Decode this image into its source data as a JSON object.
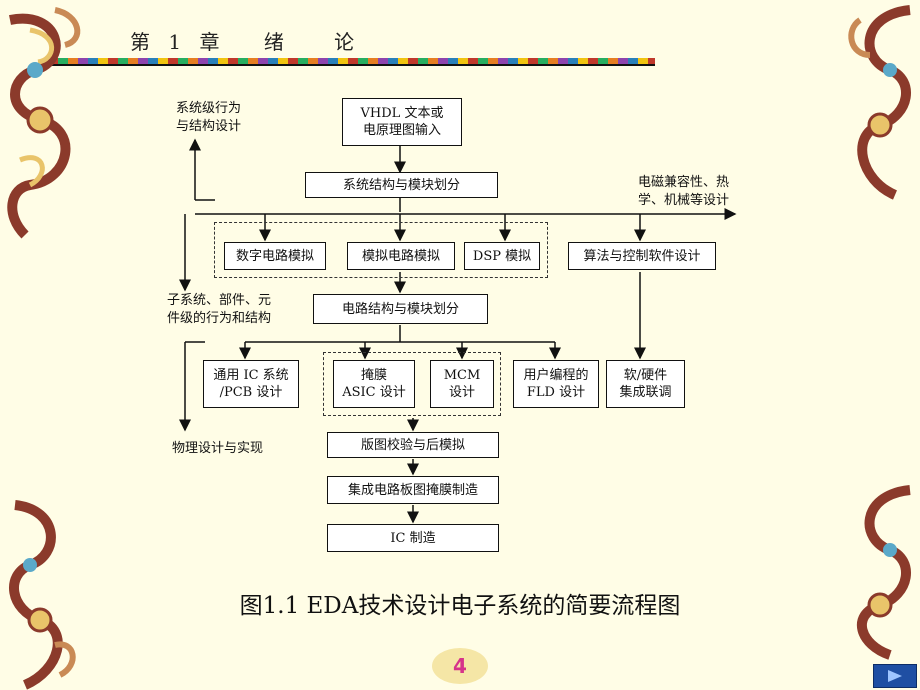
{
  "header": {
    "chapter_prefix": "第",
    "chapter_num": "1",
    "chapter_suffix": "章",
    "title_a": "绪",
    "title_b": "论"
  },
  "flowchart": {
    "boxes": {
      "vhdl_input": "VHDL 文本或\n电原理图输入",
      "system_partition": "系统结构与模块划分",
      "digital_sim": "数字电路模拟",
      "analog_sim": "模拟电路模拟",
      "dsp_sim": "DSP 模拟",
      "algorithm_design": "算法与控制软件设计",
      "circuit_partition": "电路结构与模块划分",
      "ic_pcb": "通用 IC 系统\n/PCB 设计",
      "mask_asic": "掩膜\nASIC 设计",
      "mcm": "MCM\n设计",
      "fld": "用户编程的\nFLD 设计",
      "cosim": "软/硬件\n集成联调",
      "layout_check": "版图校验与后模拟",
      "mask_making": "集成电路板图掩膜制造",
      "ic_manufacture": "IC 制造"
    },
    "side_labels": {
      "system_level": "系统级行为\n与结构设计",
      "emc": "电磁兼容性、热\n学、机械等设计",
      "subsystem_level": "子系统、部件、元\n件级的行为和结构",
      "physical": "物理设计与实现"
    }
  },
  "caption": "图1.1  EDA技术设计电子系统的简要流程图",
  "page_number": "4",
  "nav": {
    "icon": "next-arrow-icon"
  },
  "colors": {
    "background": "#fffde6",
    "page_number": "#d6338a",
    "nav_button": "#1f4fa3"
  }
}
